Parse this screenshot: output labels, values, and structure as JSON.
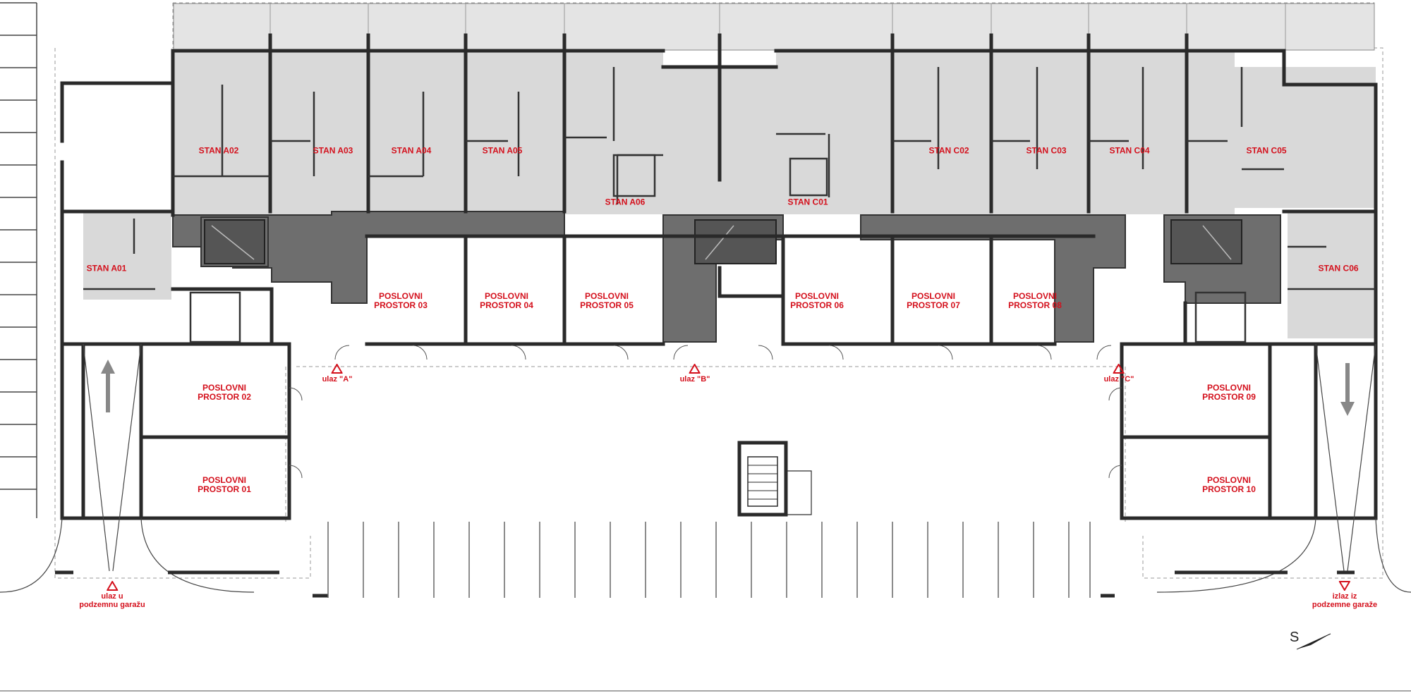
{
  "apartments": [
    {
      "id": "a02",
      "label": "STAN A02"
    },
    {
      "id": "a03",
      "label": "STAN A03"
    },
    {
      "id": "a04",
      "label": "STAN A04"
    },
    {
      "id": "a05",
      "label": "STAN A05"
    },
    {
      "id": "a06",
      "label": "STAN A06"
    },
    {
      "id": "a01",
      "label": "STAN A01"
    },
    {
      "id": "c01",
      "label": "STAN C01"
    },
    {
      "id": "c02",
      "label": "STAN C02"
    },
    {
      "id": "c03",
      "label": "STAN C03"
    },
    {
      "id": "c04",
      "label": "STAN C04"
    },
    {
      "id": "c05",
      "label": "STAN C05"
    },
    {
      "id": "c06",
      "label": "STAN C06"
    }
  ],
  "commercial": [
    {
      "id": "p01",
      "line1": "POSLOVNI",
      "line2": "PROSTOR 01"
    },
    {
      "id": "p02",
      "line1": "POSLOVNI",
      "line2": "PROSTOR 02"
    },
    {
      "id": "p03",
      "line1": "POSLOVNI",
      "line2": "PROSTOR 03"
    },
    {
      "id": "p04",
      "line1": "POSLOVNI",
      "line2": "PROSTOR 04"
    },
    {
      "id": "p05",
      "line1": "POSLOVNI",
      "line2": "PROSTOR 05"
    },
    {
      "id": "p06",
      "line1": "POSLOVNI",
      "line2": "PROSTOR 06"
    },
    {
      "id": "p07",
      "line1": "POSLOVNI",
      "line2": "PROSTOR 07"
    },
    {
      "id": "p08",
      "line1": "POSLOVNI",
      "line2": "PROSTOR 08"
    },
    {
      "id": "p09",
      "line1": "POSLOVNI",
      "line2": "PROSTOR 09"
    },
    {
      "id": "p10",
      "line1": "POSLOVNI",
      "line2": "PROSTOR 10"
    }
  ],
  "entrances": [
    {
      "id": "a",
      "line1": "ulaz \"A\"",
      "line2": "",
      "direction": "up"
    },
    {
      "id": "b",
      "line1": "ulaz \"B\"",
      "line2": "",
      "direction": "up"
    },
    {
      "id": "c",
      "line1": "ulaz \"C\"",
      "line2": "",
      "direction": "up"
    },
    {
      "id": "garage-in",
      "line1": "ulaz u",
      "line2": "podzemnu garažu",
      "direction": "up"
    },
    {
      "id": "garage-out",
      "line1": "izlaz iz",
      "line2": "podzemne garaže",
      "direction": "down"
    }
  ],
  "compass": {
    "letter": "S"
  },
  "colors": {
    "label_red": "#d4101c",
    "wall": "#2a2a2a",
    "apartment_fill": "#d9d9d9",
    "stair_core_fill": "#6e6e6e",
    "line": "#555555"
  }
}
